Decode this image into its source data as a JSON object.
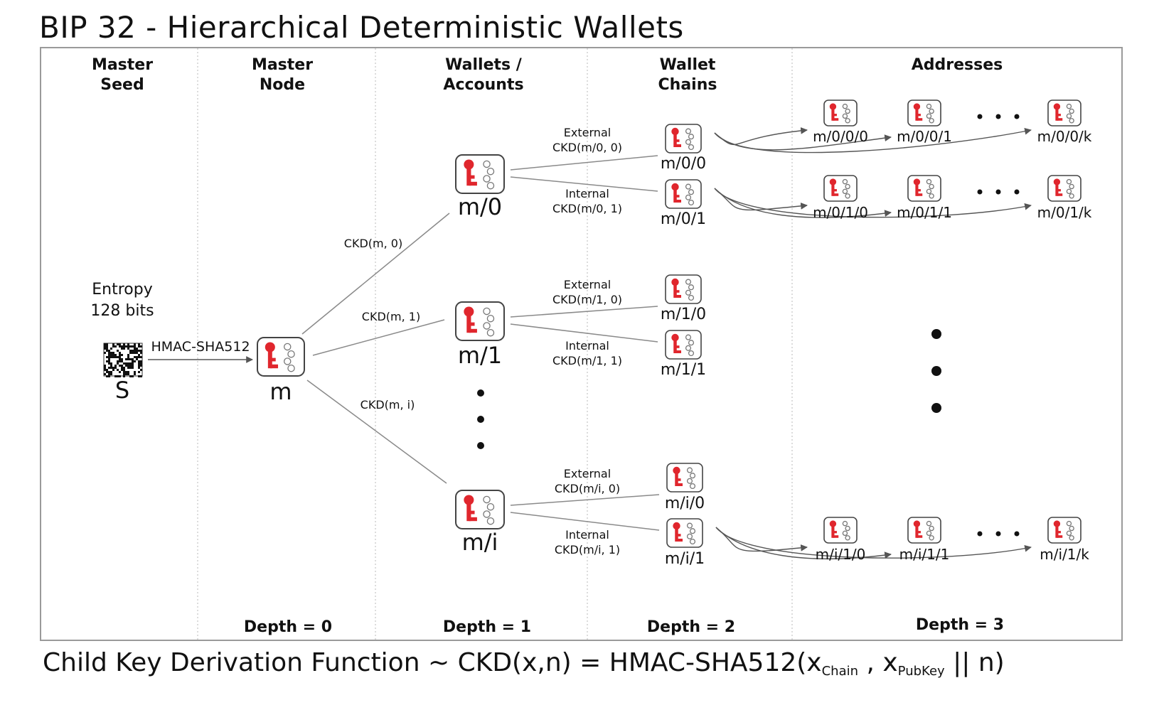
{
  "title": "BIP 32 - Hierarchical Deterministic Wallets",
  "footer": {
    "prefix": "Child Key Derivation Function ~  CKD(x,n) = HMAC-SHA512(x",
    "sub_chain": "Chain",
    "comma": " , x",
    "sub_pubkey": "PubKey",
    "suffix": " || n)"
  },
  "columns": [
    {
      "label": "Master\nSeed"
    },
    {
      "label": "Master\nNode"
    },
    {
      "label": "Wallets /\nAccounts"
    },
    {
      "label": "Wallet\nChains"
    },
    {
      "label": "Addresses"
    }
  ],
  "depths": [
    "Depth = 0",
    "Depth = 1",
    "Depth = 2",
    "Depth = 3"
  ],
  "seed": {
    "entropy_label": "Entropy\n128 bits",
    "name": "S",
    "hmac_label": "HMAC-SHA512"
  },
  "master": {
    "name": "m"
  },
  "accounts": [
    {
      "name": "m/0",
      "edge_label": "CKD(m, 0)"
    },
    {
      "name": "m/1",
      "edge_label": "CKD(m, 1)"
    },
    {
      "name": "m/i",
      "edge_label": "CKD(m, i)"
    }
  ],
  "chains": [
    {
      "name": "m/0/0",
      "edge_label": "External\nCKD(m/0, 0)"
    },
    {
      "name": "m/0/1",
      "edge_label": "Internal\nCKD(m/0, 1)"
    },
    {
      "name": "m/1/0",
      "edge_label": "External\nCKD(m/1, 0)"
    },
    {
      "name": "m/1/1",
      "edge_label": "Internal\nCKD(m/1, 1)"
    },
    {
      "name": "m/i/0",
      "edge_label": "External\nCKD(m/i, 0)"
    },
    {
      "name": "m/i/1",
      "edge_label": "Internal\nCKD(m/i, 1)"
    }
  ],
  "addresses": [
    [
      "m/0/0/0",
      "m/0/0/1",
      "m/0/0/k"
    ],
    [
      "m/0/1/0",
      "m/0/1/1",
      "m/0/1/k"
    ],
    [
      "m/i/1/0",
      "m/i/1/1",
      "m/i/1/k"
    ]
  ],
  "colors": {
    "key": "#e0262d",
    "frame": "#9a9a9a",
    "line": "#8a8a8a",
    "chain": "#777777"
  }
}
